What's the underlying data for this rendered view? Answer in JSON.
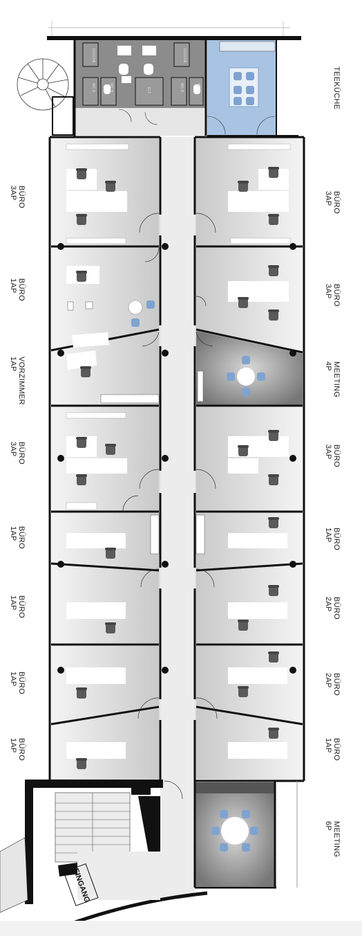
{
  "rooms": {
    "teekueche": "TEEKÜCHE",
    "left": [
      {
        "name": "BÜRO",
        "cap": "3AP"
      },
      {
        "name": "BÜRO",
        "cap": "1AP"
      },
      {
        "name": "VORZIMMER",
        "cap": "1AP"
      },
      {
        "name": "BÜRO",
        "cap": "3AP"
      },
      {
        "name": "BÜRO",
        "cap": "1AP"
      },
      {
        "name": "BÜRO",
        "cap": "1AP"
      },
      {
        "name": "BÜRO",
        "cap": "1AP"
      },
      {
        "name": "BÜRO",
        "cap": "1AP"
      }
    ],
    "right": [
      {
        "name": "BÜRO",
        "cap": "3AP"
      },
      {
        "name": "BÜRO",
        "cap": "3AP"
      },
      {
        "name": "MEETING",
        "cap": "4P"
      },
      {
        "name": "BÜRO",
        "cap": "3AP"
      },
      {
        "name": "BÜRO",
        "cap": "1AP"
      },
      {
        "name": "BÜRO",
        "cap": "2AP"
      },
      {
        "name": "BÜRO",
        "cap": "2AP"
      },
      {
        "name": "BÜRO",
        "cap": "1AP"
      }
    ],
    "meeting_bottom": {
      "name": "MEETING",
      "cap": "6P"
    }
  },
  "wet": {
    "dusche_1": "DUSCHE",
    "dusche_2": "DUSCHE",
    "wc_1": "WC D",
    "wc_2": "WC H",
    "wc_3": "WC D",
    "wc_4": "WC H",
    "elevator": "ELT"
  },
  "entrance": "EINGANG",
  "colors": {
    "wall": "#111111",
    "floor": "#d9d9d9",
    "corridor": "#ececec",
    "kitchen": "#a9c4e3",
    "meeting": "#8a8a8a",
    "chair_blue": "#7fa3d1",
    "chair_dark": "#555555"
  }
}
